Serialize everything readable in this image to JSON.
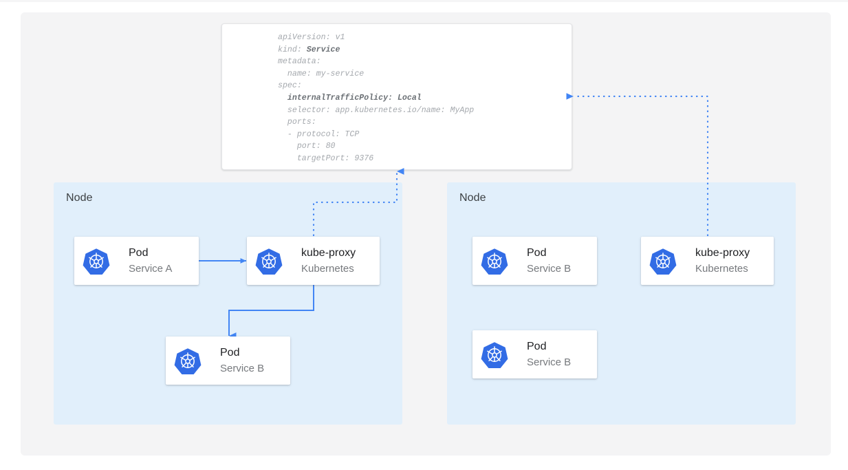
{
  "theme": {
    "canvas_bg": "#f4f4f5",
    "node_bg": "#e1effb",
    "card_bg": "#ffffff",
    "accent_blue": "#4285f4",
    "k8s_blue": "#326ce5",
    "title_text": "#202124",
    "subtitle_text": "#76797d",
    "yaml_text": "#a4a8ad",
    "yaml_highlight": "#6b7075"
  },
  "manifest": {
    "lines": [
      {
        "text": "apiVersion: v1",
        "bold": false
      },
      {
        "text": "kind: ",
        "bold_suffix": "Service"
      },
      {
        "text": "metadata:",
        "bold": false
      },
      {
        "text": "  name: my-service",
        "bold": false
      },
      {
        "text": "spec:",
        "bold": false
      },
      {
        "text": "  ",
        "bold_suffix": "internalTrafficPolicy: Local"
      },
      {
        "text": "  selector: app.kubernetes.io/name: MyApp",
        "bold": false
      },
      {
        "text": "  ports:",
        "bold": false
      },
      {
        "text": "  - protocol: TCP",
        "bold": false
      },
      {
        "text": "    port: 80",
        "bold": false
      },
      {
        "text": "    targetPort: 9376",
        "bold": false
      }
    ],
    "line_01": "apiVersion: v1",
    "line_02_prefix": "kind: ",
    "line_02_bold": "Service",
    "line_03": "metadata:",
    "line_04": "  name: my-service",
    "line_05": "spec:",
    "line_06_prefix": "  ",
    "line_06_bold": "internalTrafficPolicy: Local",
    "line_07": "  selector: app.kubernetes.io/name: MyApp",
    "line_08": "  ports:",
    "line_09": "  - protocol: TCP",
    "line_10": "    port: 80",
    "line_11": "    targetPort: 9376"
  },
  "nodes": [
    {
      "label": "Node",
      "cards": [
        {
          "title": "Pod",
          "subtitle": "Service A",
          "icon": "kubernetes-icon"
        },
        {
          "title": "kube-proxy",
          "subtitle": "Kubernetes",
          "icon": "kubernetes-icon"
        },
        {
          "title": "Pod",
          "subtitle": "Service B",
          "icon": "kubernetes-icon"
        }
      ]
    },
    {
      "label": "Node",
      "cards": [
        {
          "title": "Pod",
          "subtitle": "Service B",
          "icon": "kubernetes-icon"
        },
        {
          "title": "kube-proxy",
          "subtitle": "Kubernetes",
          "icon": "kubernetes-icon"
        },
        {
          "title": "Pod",
          "subtitle": "Service B",
          "icon": "kubernetes-icon"
        }
      ]
    }
  ],
  "connectors": [
    {
      "name": "pod-a-to-kubeproxy-a",
      "style": "solid",
      "arrow": "right"
    },
    {
      "name": "kubeproxy-a-to-pod-b",
      "style": "solid",
      "arrow": "down"
    },
    {
      "name": "kubeproxy-a-to-manifest",
      "style": "dotted",
      "arrow": "up"
    },
    {
      "name": "kubeproxy-b-to-manifest",
      "style": "dotted",
      "arrow": "left"
    }
  ]
}
